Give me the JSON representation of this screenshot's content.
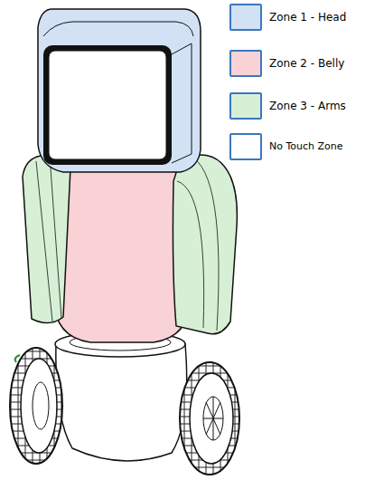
{
  "diagram": {
    "legend": [
      {
        "text": "Zone 1 - Head",
        "color": "#d2e2f4"
      },
      {
        "text": "Zone 2 - Belly",
        "color": "#f9d2d6"
      },
      {
        "text": "Zone 3 - Arms",
        "color": "#d7f0d5"
      },
      {
        "text": "No Touch Zone",
        "color": "#ffffff"
      }
    ]
  }
}
